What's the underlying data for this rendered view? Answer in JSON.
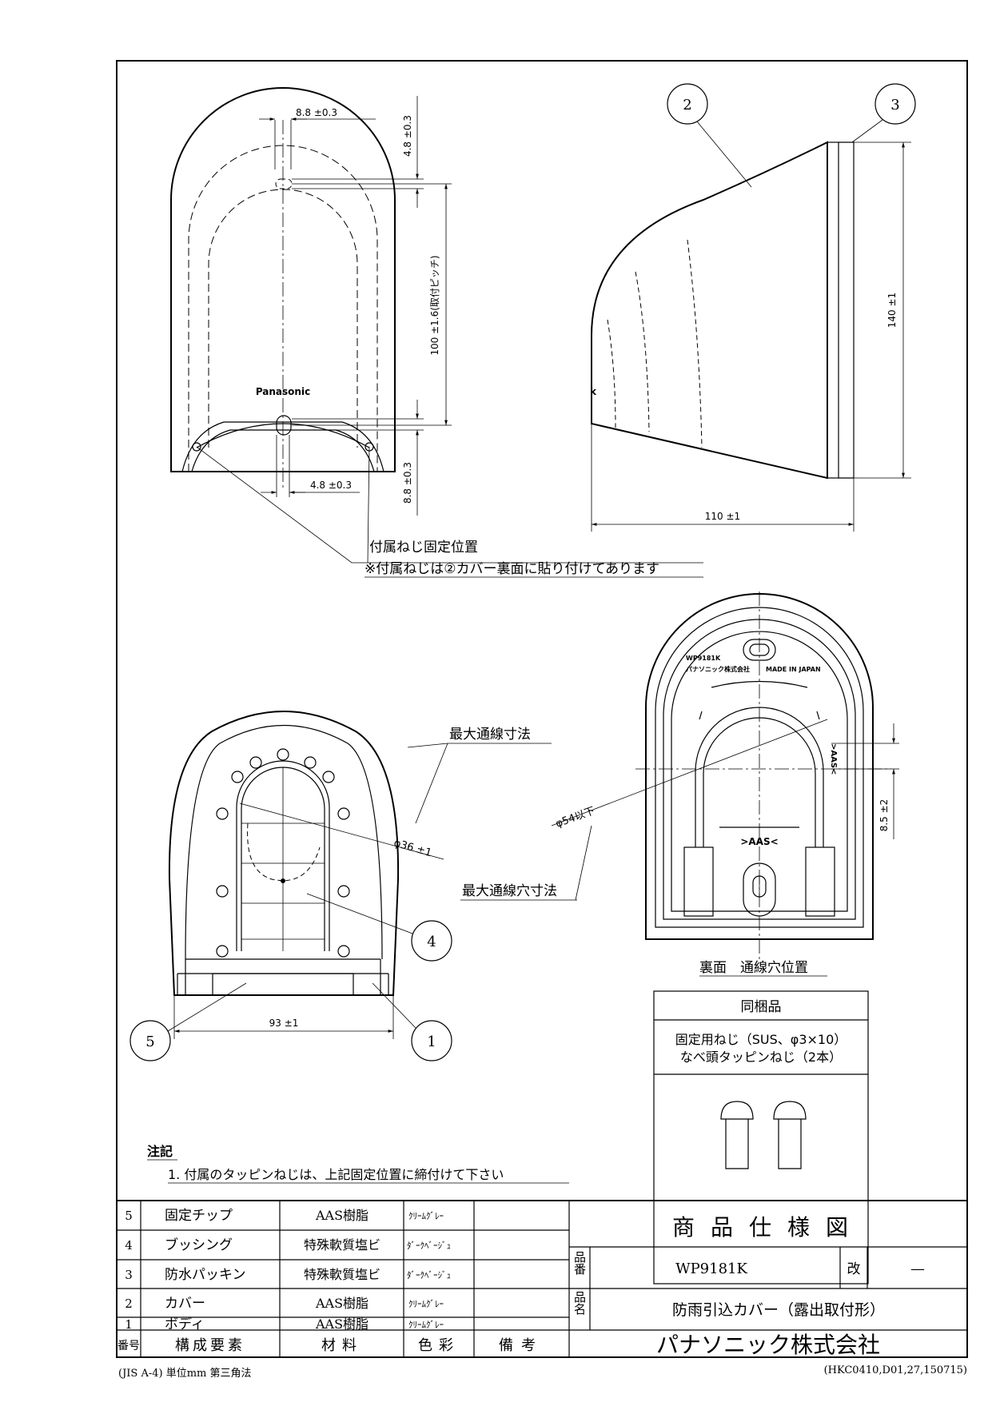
{
  "dimensions": {
    "top_slot_width": "8.8 ±0.3",
    "top_slot_height": "4.8 ±0.3",
    "mount_pitch": "100 ±1.6(取付ピッチ)",
    "bottom_slot_height": "8.8 ±0.3",
    "bottom_slot_width": "4.8 ±0.3",
    "side_height": "140 ±1",
    "side_depth": "110 ±1",
    "bottom_width": "93 ±1",
    "inner_diameter": "φ36 ±1",
    "max_hole": "φ54以下",
    "hole_offset": "8.5 ±2"
  },
  "brand_mark": "Panasonic",
  "back_face_marks": {
    "model": "WP9181K",
    "maker": "パナソニック株式会社",
    "origin": "MADE IN JAPAN",
    "material_mark": ">AAS<"
  },
  "labels": {
    "screw_position": "付属ねじ固定位置",
    "screw_note": "※付属ねじは②カバー裏面に貼り付けてあります",
    "max_wire_size": "最大通線寸法",
    "max_wire_hole": "最大通線穴寸法",
    "back_hole_position": "裏面　通線穴位置"
  },
  "balloons": [
    "1",
    "2",
    "3",
    "4",
    "5"
  ],
  "accessory_box": {
    "title": "同梱品",
    "line1": "固定用ねじ（SUS、φ3×10）",
    "line2": "なべ頭タッピンねじ（2本）"
  },
  "notes": {
    "heading": "注記",
    "item1": "1. 付属のタッピンねじは、上記固定位置に締付けて下さい"
  },
  "parts_table": {
    "rows": [
      {
        "no": "5",
        "name": "固定チップ",
        "material": "AAS樹脂",
        "color": "ｸﾘｰﾑｸﾞﾚｰ",
        "remark": ""
      },
      {
        "no": "4",
        "name": "ブッシング",
        "material": "特殊軟質塩ビ",
        "color": "ﾀﾞｰｸﾍﾞｰｼﾞｭ",
        "remark": ""
      },
      {
        "no": "3",
        "name": "防水パッキン",
        "material": "特殊軟質塩ビ",
        "color": "ﾀﾞｰｸﾍﾞｰｼﾞｭ",
        "remark": ""
      },
      {
        "no": "2",
        "name": "カバー",
        "material": "AAS樹脂",
        "color": "ｸﾘｰﾑｸﾞﾚｰ",
        "remark": ""
      },
      {
        "no": "1",
        "name": "ボディ",
        "material": "AAS樹脂",
        "color": "ｸﾘｰﾑｸﾞﾚｰ",
        "remark": ""
      }
    ],
    "header": {
      "no": "番号",
      "name": "構成要素",
      "material": "材料",
      "color": "色彩",
      "remark": "備考"
    }
  },
  "title_block": {
    "title": "商品仕様図",
    "part_no_label": "品番",
    "part_no": "WP9181K",
    "revision_label": "改",
    "revision": "—",
    "product_label": "品名",
    "product_name": "防雨引込カバー（露出取付形）",
    "company": "パナソニック株式会社"
  },
  "footer": {
    "standard": "(JIS A-4)  単位mm  第三角法",
    "doc_code": "(HKC0410,D01,27,150715)"
  }
}
